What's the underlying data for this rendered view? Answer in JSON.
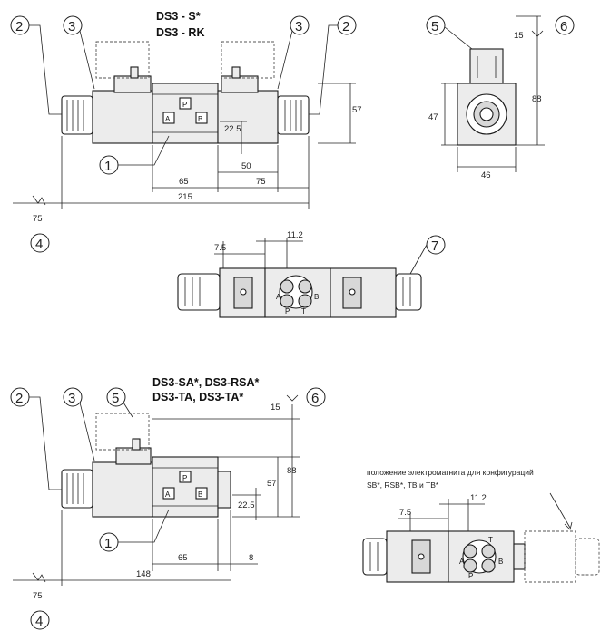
{
  "titles": {
    "top_line1": "DS3 - S*",
    "top_line2": "DS3 - RK",
    "bottom_line1": "DS3-SA*, DS3-RSA*",
    "bottom_line2": "DS3-TA, DS3-TA*"
  },
  "note": {
    "line1": "положение электромагнита для конфигураций",
    "line2": "SB*, RSB*, TB и TB*"
  },
  "callouts": {
    "c1": "1",
    "c2": "2",
    "c3": "3",
    "c4": "4",
    "c5": "5",
    "c6": "6",
    "c7": "7"
  },
  "ports": {
    "a": "A",
    "b": "B",
    "p": "P",
    "t": "T"
  },
  "dims_top": {
    "d57": "57",
    "d22_5": "22.5",
    "d50": "50",
    "d65": "65",
    "d75a": "75",
    "d215": "215",
    "d75b": "75"
  },
  "dims_side": {
    "d15": "15",
    "d88": "88",
    "d47": "47",
    "d46": "46"
  },
  "dims_plan": {
    "d7_5": "7.5",
    "d11_2": "11.2"
  },
  "dims_bottom": {
    "d15": "15",
    "d88": "88",
    "d57": "57",
    "d22_5": "22.5",
    "d65": "65",
    "d8": "8",
    "d148": "148",
    "d75": "75"
  },
  "dims_plan2": {
    "d7_5": "7.5",
    "d11_2": "11.2"
  },
  "colors": {
    "ink": "#1a1a1a",
    "body_fill": "#ececec",
    "shade": "#d8d8d8"
  }
}
